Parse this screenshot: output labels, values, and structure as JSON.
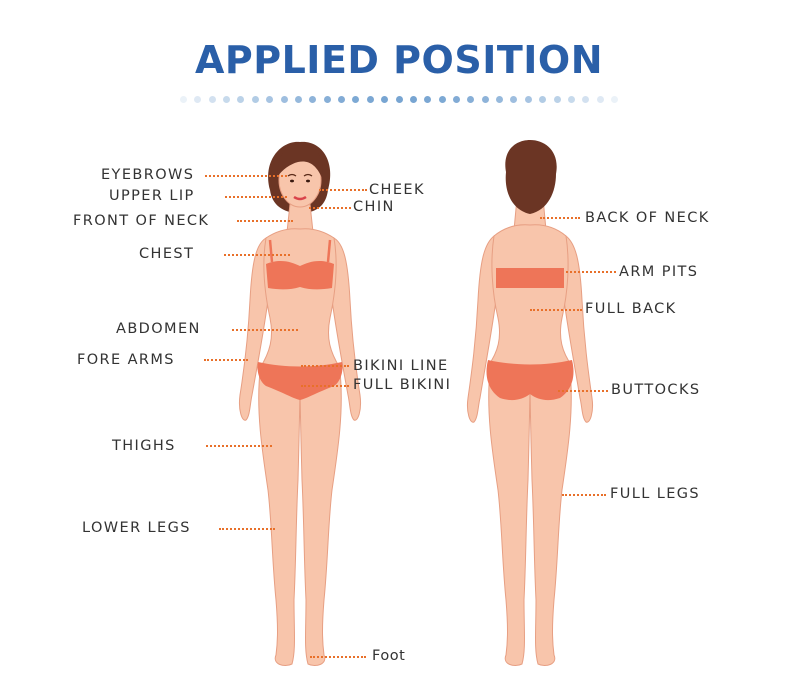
{
  "title": "APPLIED POSITION",
  "colors": {
    "title": "#2a5fa8",
    "skin": "#f8c5ab",
    "skin_outline": "#e79f83",
    "swimwear": "#ee7558",
    "hair": "#6b3524",
    "leader": "#e8702a"
  },
  "front_labels": {
    "eyebrows": "EYEBROWS",
    "upper_lip": "UPPER LIP",
    "front_of_neck": "FRONT OF NECK",
    "chest": "CHEST",
    "abdomen": "ABDOMEN",
    "fore_arms": "FORE ARMS",
    "thighs": "THIGHS",
    "lower_legs": "LOWER LEGS",
    "cheek": "CHEEK",
    "chin": "CHIN",
    "bikini_line": "BIKINI LINE",
    "full_bikini": "FULL BIKINI",
    "foot": "Foot"
  },
  "back_labels": {
    "back_of_neck": "BACK OF NECK",
    "arm_pits": "ARM PITS",
    "full_back": "FULL BACK",
    "buttocks": "BUTTOCKS",
    "full_legs": "FULL LEGS"
  }
}
